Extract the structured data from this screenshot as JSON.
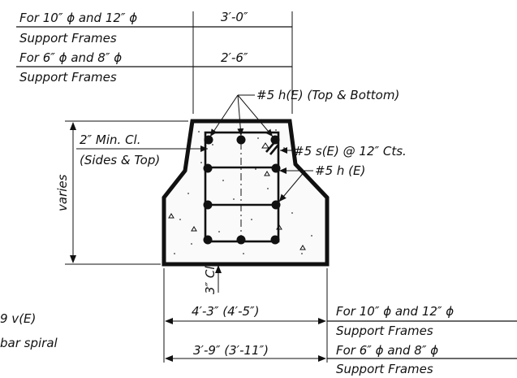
{
  "top_callouts": {
    "frame_10_12": "For 10″ ϕ and 12″ ϕ",
    "frame_10_12_line2": "Support Frames",
    "dim_10_12": "3′-0″",
    "frame_6_8": "For 6″ ϕ and 8″ ϕ",
    "frame_6_8_line2": "Support Frames",
    "dim_6_8": "2′-6″"
  },
  "rebar_labels": {
    "h_e_top_bottom": "#5 h(E) (Top & Bottom)",
    "s_e": "#5 s(E) @ 12″ Cts.",
    "h_e": "#5 h (E)"
  },
  "cover": {
    "line1": "2″ Min. Cl.",
    "line2": "(Sides & Top)",
    "bottom_clear": "3″ Cl."
  },
  "height_label": "varies",
  "bottom_callouts": {
    "dim_10_12": "4′-3″ (4′-5″)",
    "frame_10_12": "For 10″ ϕ and 12″ ϕ",
    "frame_10_12_line2": "Support Frames",
    "dim_6_8": "3′-9″ (3′-11″)",
    "frame_6_8": "For 6″ ϕ and 8″ ϕ",
    "frame_6_8_line2": "Support Frames"
  },
  "partial_labels": {
    "v_e": "9 v(E)",
    "spiral": "bar spiral"
  }
}
